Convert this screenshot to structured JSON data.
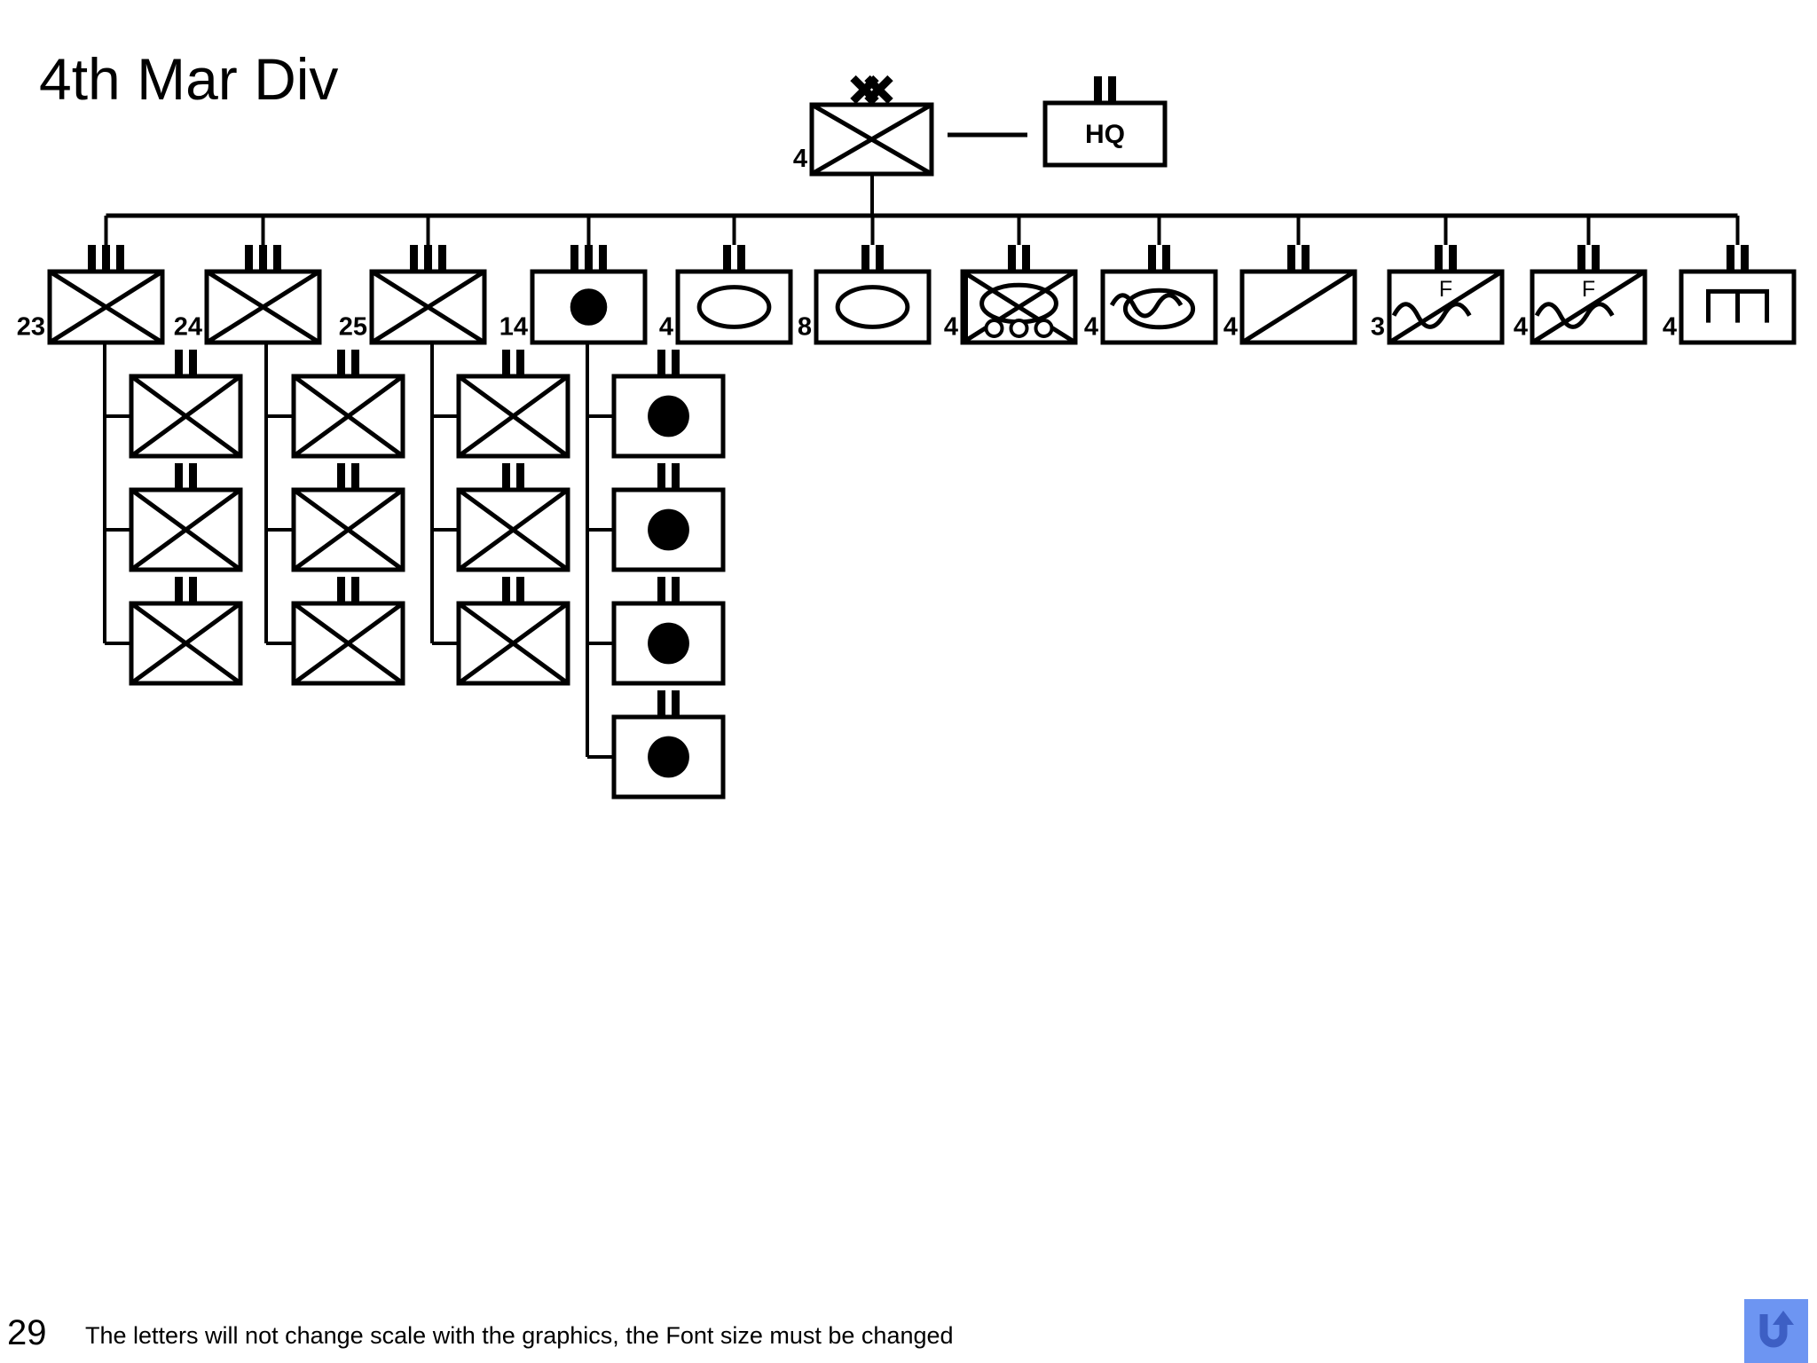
{
  "slide": {
    "title": "4th Mar Div",
    "page_number": "29",
    "footer_note": "The letters will not change scale with the graphics, the Font size must be changed",
    "background_color": "#ffffff",
    "line_color": "#000000"
  },
  "return_button": {
    "icon": "u-turn-arrow-icon",
    "background_color": "#6d95f2",
    "arrow_color": "#3d5fc4"
  },
  "chart_data": {
    "type": "diagram",
    "title": "4th Mar Div",
    "description": "Military unit organization chart (APP-6 / MIL-STD-2525 style symbols)",
    "root": {
      "designator": "4",
      "echelon": "XX",
      "echelon_name": "division",
      "symbol": "infantry",
      "label": ""
    },
    "hq": {
      "designator": "",
      "echelon": "II",
      "echelon_name": "battalion",
      "symbol": "plain",
      "label": "HQ"
    },
    "top_row": [
      {
        "designator": "23",
        "echelon": "III",
        "echelon_name": "regiment",
        "symbol": "infantry",
        "label": ""
      },
      {
        "designator": "24",
        "echelon": "III",
        "echelon_name": "regiment",
        "symbol": "infantry",
        "label": ""
      },
      {
        "designator": "25",
        "echelon": "III",
        "echelon_name": "regiment",
        "symbol": "infantry",
        "label": ""
      },
      {
        "designator": "14",
        "echelon": "III",
        "echelon_name": "regiment",
        "symbol": "artillery",
        "label": ""
      },
      {
        "designator": "4",
        "echelon": "II",
        "echelon_name": "battalion",
        "symbol": "armor",
        "label": ""
      },
      {
        "designator": "8",
        "echelon": "II",
        "echelon_name": "battalion",
        "symbol": "armor",
        "label": ""
      },
      {
        "designator": "4",
        "echelon": "II",
        "echelon_name": "battalion",
        "symbol": "armored-infantry-wheeled",
        "label": ""
      },
      {
        "designator": "4",
        "echelon": "II",
        "echelon_name": "battalion",
        "symbol": "amphibious-tractor",
        "label": ""
      },
      {
        "designator": "4",
        "echelon": "II",
        "echelon_name": "battalion",
        "symbol": "reconnaissance",
        "label": ""
      },
      {
        "designator": "3",
        "echelon": "II",
        "echelon_name": "battalion",
        "symbol": "force-reconnaissance",
        "label": "F"
      },
      {
        "designator": "4",
        "echelon": "II",
        "echelon_name": "battalion",
        "symbol": "force-reconnaissance",
        "label": "F"
      },
      {
        "designator": "4",
        "echelon": "II",
        "echelon_name": "battalion",
        "symbol": "engineer",
        "label": ""
      }
    ],
    "sub_columns": [
      {
        "parent_designator": "23",
        "children": [
          {
            "designator": "",
            "echelon": "II",
            "echelon_name": "battalion",
            "symbol": "infantry",
            "label": ""
          },
          {
            "designator": "",
            "echelon": "II",
            "echelon_name": "battalion",
            "symbol": "infantry",
            "label": ""
          },
          {
            "designator": "",
            "echelon": "II",
            "echelon_name": "battalion",
            "symbol": "infantry",
            "label": ""
          }
        ]
      },
      {
        "parent_designator": "24",
        "children": [
          {
            "designator": "",
            "echelon": "II",
            "echelon_name": "battalion",
            "symbol": "infantry",
            "label": ""
          },
          {
            "designator": "",
            "echelon": "II",
            "echelon_name": "battalion",
            "symbol": "infantry",
            "label": ""
          },
          {
            "designator": "",
            "echelon": "II",
            "echelon_name": "battalion",
            "symbol": "infantry",
            "label": ""
          }
        ]
      },
      {
        "parent_designator": "25",
        "children": [
          {
            "designator": "",
            "echelon": "II",
            "echelon_name": "battalion",
            "symbol": "infantry",
            "label": ""
          },
          {
            "designator": "",
            "echelon": "II",
            "echelon_name": "battalion",
            "symbol": "infantry",
            "label": ""
          },
          {
            "designator": "",
            "echelon": "II",
            "echelon_name": "battalion",
            "symbol": "infantry",
            "label": ""
          }
        ]
      },
      {
        "parent_designator": "14",
        "children": [
          {
            "designator": "",
            "echelon": "II",
            "echelon_name": "battalion",
            "symbol": "artillery",
            "label": ""
          },
          {
            "designator": "",
            "echelon": "II",
            "echelon_name": "battalion",
            "symbol": "artillery",
            "label": ""
          },
          {
            "designator": "",
            "echelon": "II",
            "echelon_name": "battalion",
            "symbol": "artillery",
            "label": ""
          },
          {
            "designator": "",
            "echelon": "II",
            "echelon_name": "battalion",
            "symbol": "artillery",
            "label": ""
          }
        ]
      }
    ]
  }
}
